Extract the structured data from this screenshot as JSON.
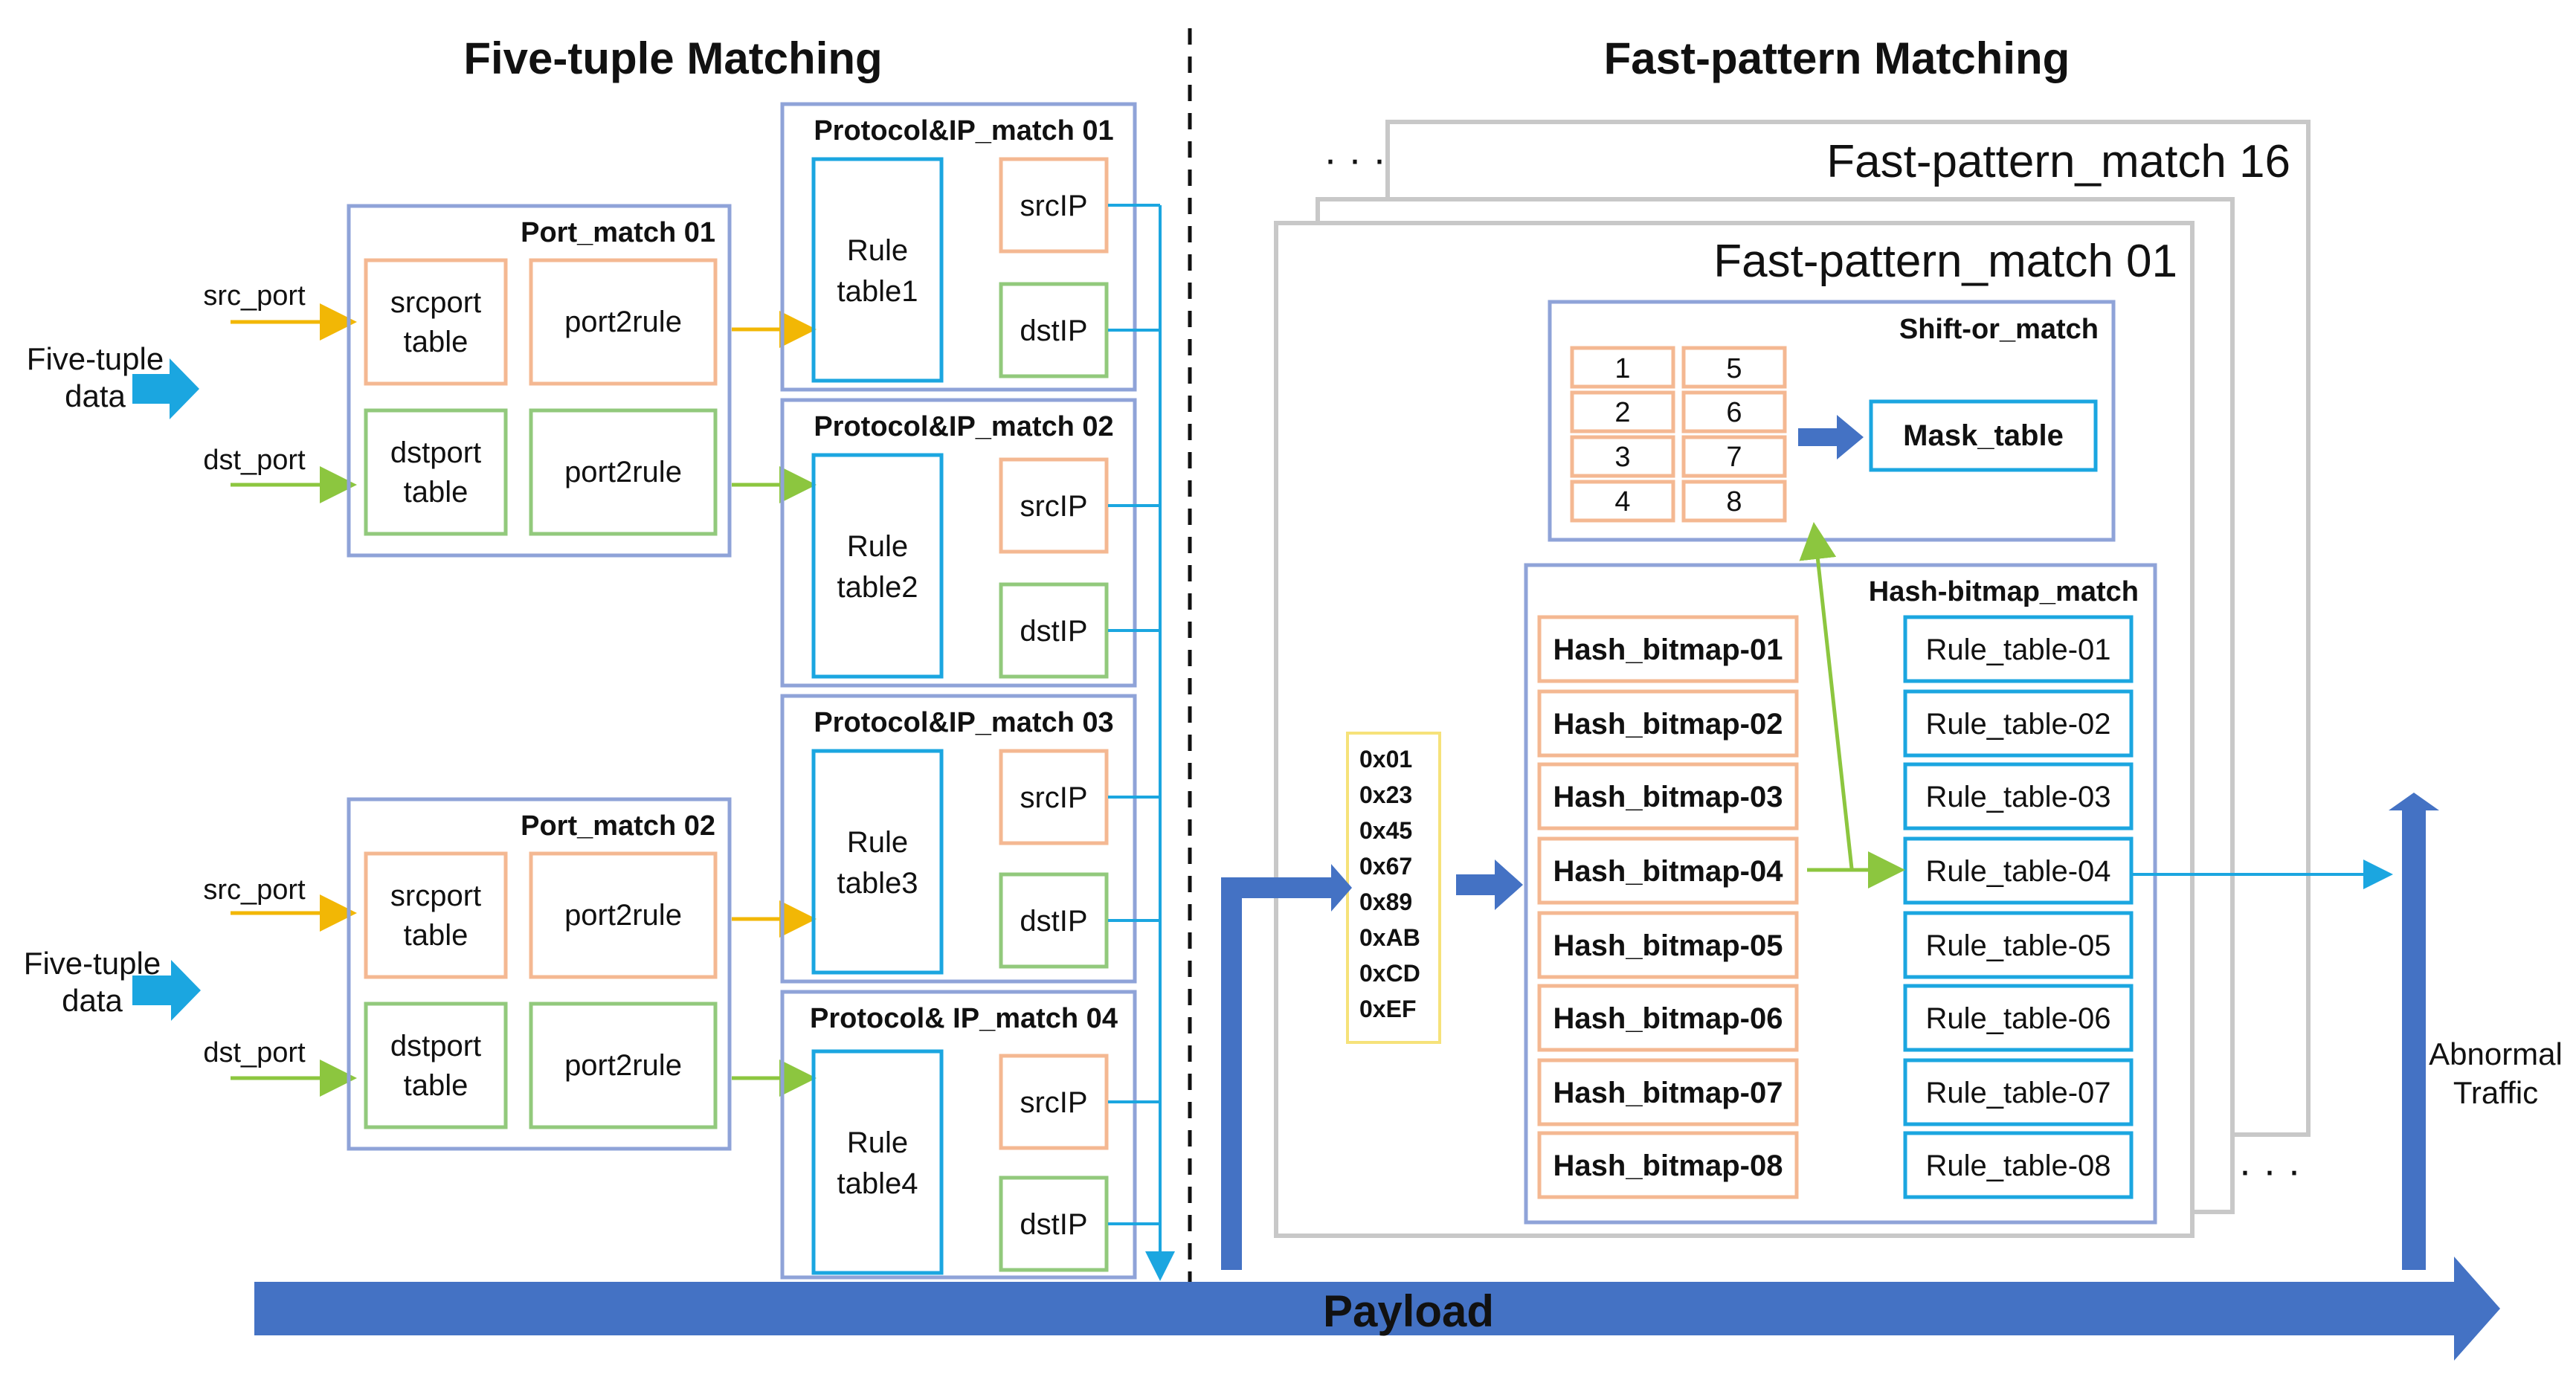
{
  "titles": {
    "left": "Five-tuple Matching",
    "right": "Fast-pattern Matching"
  },
  "inputs": {
    "five_tuple_data_1": {
      "line1": "Five-tuple",
      "line2": "data"
    },
    "five_tuple_data_2": {
      "line1": "Five-tuple",
      "line2": "data"
    },
    "src_port": "src_port",
    "dst_port": "dst_port"
  },
  "port_match": [
    {
      "title": "Port_match 01",
      "srcport_table": [
        "srcport",
        "table"
      ],
      "dstport_table": [
        "dstport",
        "table"
      ],
      "port2rule": "port2rule"
    },
    {
      "title": "Port_match 02",
      "srcport_table": [
        "srcport",
        "table"
      ],
      "dstport_table": [
        "dstport",
        "table"
      ],
      "port2rule": "port2rule"
    }
  ],
  "protocol_ip_match": [
    {
      "title": "Protocol&IP_match 01",
      "rule_table": [
        "Rule",
        "table1"
      ],
      "src": "srcIP",
      "dst": "dstIP"
    },
    {
      "title": "Protocol&IP_match 02",
      "rule_table": [
        "Rule",
        "table2"
      ],
      "src": "srcIP",
      "dst": "dstIP"
    },
    {
      "title": "Protocol&IP_match 03",
      "rule_table": [
        "Rule",
        "table3"
      ],
      "src": "srcIP",
      "dst": "dstIP"
    },
    {
      "title": "Protocol& IP_match 04",
      "rule_table": [
        "Rule",
        "table4"
      ],
      "src": "srcIP",
      "dst": "dstIP"
    }
  ],
  "fast_pattern": {
    "back_label": "Fast-pattern_match 16",
    "front_label": "Fast-pattern_match 01",
    "ellipsis": "· · ·",
    "shift_or": {
      "title": "Shift-or_match",
      "cells": [
        "1",
        "2",
        "3",
        "4",
        "5",
        "6",
        "7",
        "8"
      ],
      "mask_table": "Mask_table"
    },
    "hash_bitmap": {
      "title": "Hash-bitmap_match",
      "bitmaps": [
        "Hash_bitmap-01",
        "Hash_bitmap-02",
        "Hash_bitmap-03",
        "Hash_bitmap-04",
        "Hash_bitmap-05",
        "Hash_bitmap-06",
        "Hash_bitmap-07",
        "Hash_bitmap-08"
      ],
      "rule_tables": [
        "Rule_table-01",
        "Rule_table-02",
        "Rule_table-03",
        "Rule_table-04",
        "Rule_table-05",
        "Rule_table-06",
        "Rule_table-07",
        "Rule_table-08"
      ]
    },
    "hex_bytes": [
      "0x01",
      "0x23",
      "0x45",
      "0x67",
      "0x89",
      "0xAB",
      "0xCD",
      "0xEF"
    ]
  },
  "payload": "Payload",
  "abnormal_traffic": {
    "line1": "Abnormal",
    "line2": "Traffic"
  },
  "colors": {
    "blue_frame": "#8FA3D8",
    "cyan": "#1BA6E0",
    "orange_box": "#F4B892",
    "green_box": "#92C97C",
    "yellow_arrow": "#F2B705",
    "green_arrow": "#8CC63F",
    "payload_blue": "#4472C4",
    "gray_frame": "#C8C8C8",
    "hex_border": "#F6E27A"
  }
}
